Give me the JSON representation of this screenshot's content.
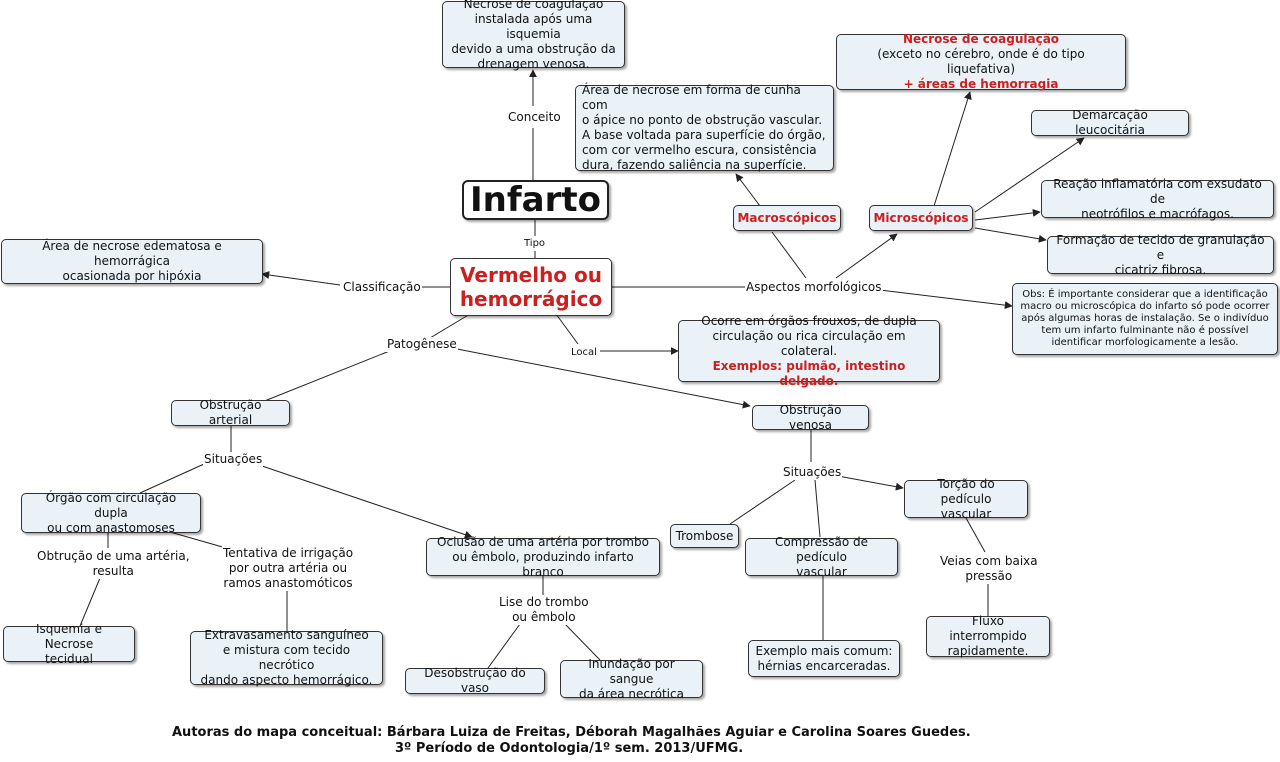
{
  "root": "Infarto",
  "type_node": [
    "Vermelho ou",
    "hemorrágico"
  ],
  "concept": [
    "Necrose de coagulação",
    "instalada após uma isquemia",
    "devido a uma obstrução da",
    "drenagem venosa."
  ],
  "classification": [
    "Área de necrose edematosa e hemorrágica",
    "ocasionada por hipóxia"
  ],
  "macro_desc": [
    "Área de necrose em forma de cunha com",
    "o ápice no ponto de obstrução vascular.",
    "A base voltada para superfície do órgão,",
    "com cor vermelho escura, consistência",
    "dura, fazendo saliência na superfície."
  ],
  "micro_coag": [
    "Necrose de coagulação",
    "(exceto no cérebro, onde é do tipo liquefativa)",
    "+ áreas de hemorragia"
  ],
  "macroscopicos": "Macroscópicos",
  "microscopicos": "Microscópicos",
  "demarcacao": "Demarcação leucocitária",
  "reacao": [
    "Reação inflamatória com exsudato de",
    "neotrófilos e macrófagos."
  ],
  "formacao": [
    "Formação de tecido de granulação e",
    "cicatriz fibrosa."
  ],
  "obs": [
    "Obs: É importante considerar que a identificação",
    "macro ou microscópica do infarto só pode ocorrer",
    "após algumas horas de instalação. Se o indivíduo",
    "tem um infarto fulminante não é possível",
    "identificar morfologicamente a lesão."
  ],
  "local_desc": [
    "Ocorre em órgãos frouxos, de dupla",
    "circulação ou rica circulação em colateral.",
    "Exemplos: pulmão, intestino delgado."
  ],
  "obs_arterial": "Obstrução arterial",
  "obs_venosa": "Obstrução venosa",
  "orgao_dupla": [
    "Órgão com circulação dupla",
    "ou com anastomoses"
  ],
  "isquemia": [
    "Isquemia e Necrose",
    "tecidual"
  ],
  "extravasamento": [
    "Extravasamento sanguíneo",
    "e mistura com tecido necrótico",
    "dando aspecto hemorrágico."
  ],
  "oclusao": [
    "Oclusão de uma artéria por trombo",
    "ou êmbolo, produzindo infarto branco"
  ],
  "desobstrucao": "Desobstrução do vaso",
  "inundacao": [
    "Inundação por sangue",
    "da área necrótica"
  ],
  "trombose": "Trombose",
  "compressao": [
    "Compressão de pedículo",
    "vascular"
  ],
  "exemplo": [
    "Exemplo mais comum:",
    "hérnias encarceradas."
  ],
  "torcao": [
    "Torção do pedículo",
    "vascular"
  ],
  "fluxo": [
    "Fluxo interrompido",
    "rapidamente."
  ],
  "labels": {
    "conceito": "Conceito",
    "tipo": "Tipo",
    "classificacao": "Classificação",
    "aspectos": "Aspectos morfológicos",
    "patogenese": "Patogênese",
    "local": "Local",
    "situacoes_a": "Situações",
    "situacoes_v": "Situações",
    "obtrucao": [
      "Obtrução de uma artéria,",
      "resulta"
    ],
    "tentativa": [
      "Tentativa de irrigação",
      "por outra artéria ou",
      "ramos anastomóticos"
    ],
    "lise": [
      "Lise do trombo",
      "ou êmbolo"
    ],
    "veias": [
      "Veias com baixa",
      "pressão"
    ]
  },
  "footer": [
    "Autoras do mapa conceitual: Bárbara Luiza de Freitas, Déborah Magalhães Aguiar e Carolina Soares Guedes.",
    "3º Período de Odontologia/1º sem. 2013/UFMG."
  ],
  "colors": {
    "node_fill": "#eaf2f8",
    "accent_red": "#cc1f1f",
    "line": "#222222"
  }
}
